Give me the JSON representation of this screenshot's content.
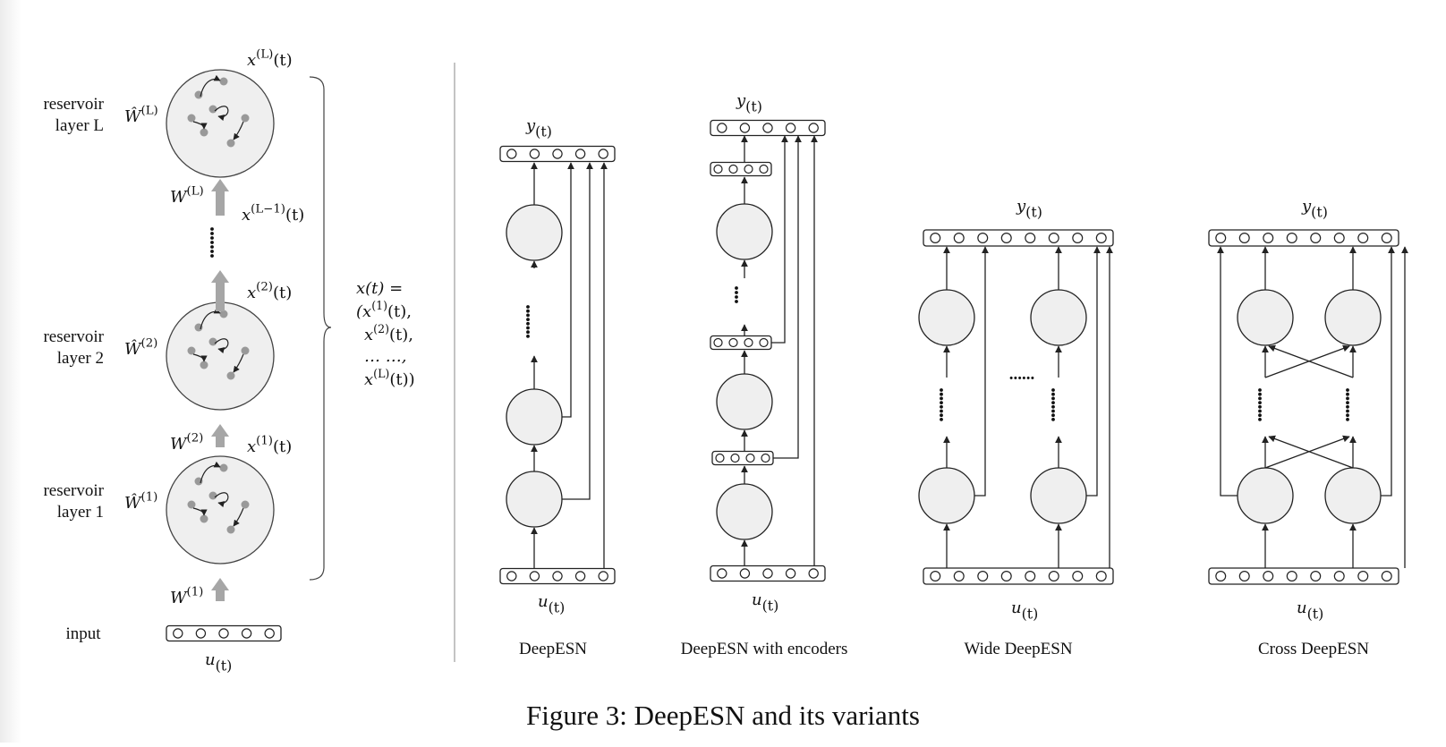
{
  "left_panel": {
    "layers": [
      {
        "row_label_line1": "reservoir",
        "row_label_line2": "layer L",
        "recurrent_weight": "Ŵ",
        "recurrent_sup": "(L)",
        "state_label": "x",
        "state_sup": "(L)",
        "state_arg": "(t)"
      },
      {
        "row_label_line1": "reservoir",
        "row_label_line2": "layer 2",
        "recurrent_weight": "Ŵ",
        "recurrent_sup": "(2)",
        "state_label": "x",
        "state_sup": "(2)",
        "state_arg": "(t)"
      },
      {
        "row_label_line1": "reservoir",
        "row_label_line2": "layer 1",
        "recurrent_weight": "Ŵ",
        "recurrent_sup": "(1)",
        "state_label": "x",
        "state_sup": "(1)",
        "state_arg": "(t)"
      }
    ],
    "input_weights": [
      {
        "label": "W",
        "sup": "(L)"
      },
      {
        "label": "W",
        "sup": "(2)"
      },
      {
        "label": "W",
        "sup": "(1)"
      }
    ],
    "prev_state": {
      "label": "x",
      "sup": "(L−1)",
      "arg": "(t)"
    },
    "input_row_label": "input",
    "input_symbol": "u",
    "input_sub": "(t)",
    "concat": {
      "line1": "x(t) =",
      "line2_open": "(x",
      "line2_sup": "(1)",
      "line2_close": "(t),",
      "line3_x": "x",
      "line3_sup": "(2)",
      "line3_close": "(t),",
      "line4": "… …,",
      "line5_x": "x",
      "line5_sup": "(L)",
      "line5_close": "(t))"
    }
  },
  "variants": [
    {
      "title": "DeepESN",
      "output_symbol": "y",
      "output_sub": "(t)",
      "input_symbol": "u",
      "input_sub": "(t)"
    },
    {
      "title": "DeepESN with encoders",
      "output_symbol": "y",
      "output_sub": "(t)",
      "input_symbol": "u",
      "input_sub": "(t)"
    },
    {
      "title": "Wide DeepESN",
      "output_symbol": "y",
      "output_sub": "(t)",
      "input_symbol": "u",
      "input_sub": "(t)",
      "middle_dots": "......"
    },
    {
      "title": "Cross DeepESN",
      "output_symbol": "y",
      "output_sub": "(t)",
      "input_symbol": "u",
      "input_sub": "(t)"
    }
  ],
  "caption": "Figure 3: DeepESN and its variants",
  "colors": {
    "node_fill": "#efefef",
    "node_stroke": "#333333",
    "neuron_dot": "#999999",
    "thick_arrow": "#a6a6a6",
    "line": "#222222",
    "left_shade": "#f2f2f2"
  }
}
